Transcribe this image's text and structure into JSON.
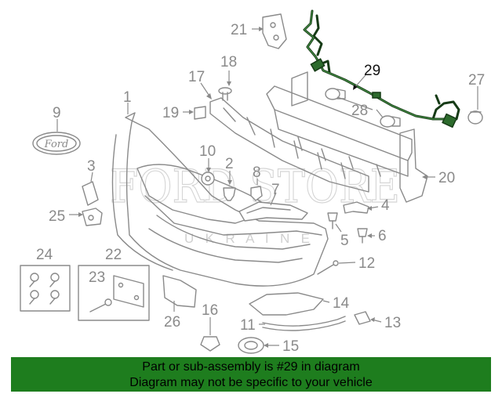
{
  "callouts": {
    "c1": "1",
    "c2": "2",
    "c3": "3",
    "c4": "4",
    "c5": "5",
    "c6": "6",
    "c7": "7",
    "c8": "8",
    "c9": "9",
    "c10": "10",
    "c11": "11",
    "c12": "12",
    "c13": "13",
    "c14": "14",
    "c15": "15",
    "c16": "16",
    "c17": "17",
    "c18": "18",
    "c19": "19",
    "c20": "20",
    "c21": "21",
    "c22": "22",
    "c23": "23",
    "c24": "24",
    "c25": "25",
    "c26": "26",
    "c27": "27",
    "c28": "28",
    "c29": "29"
  },
  "watermark": {
    "main": "FORD STORE",
    "sub": "U K R A I N E"
  },
  "logo_text": "Ford",
  "banner": {
    "line1": "Part or sub-assembly is #29 in diagram",
    "line2": "Diagram may not be specific to your vehicle"
  },
  "colors": {
    "banner": "#1e7d1e",
    "harness": "#163b16",
    "parts": "#8a8a8a"
  }
}
